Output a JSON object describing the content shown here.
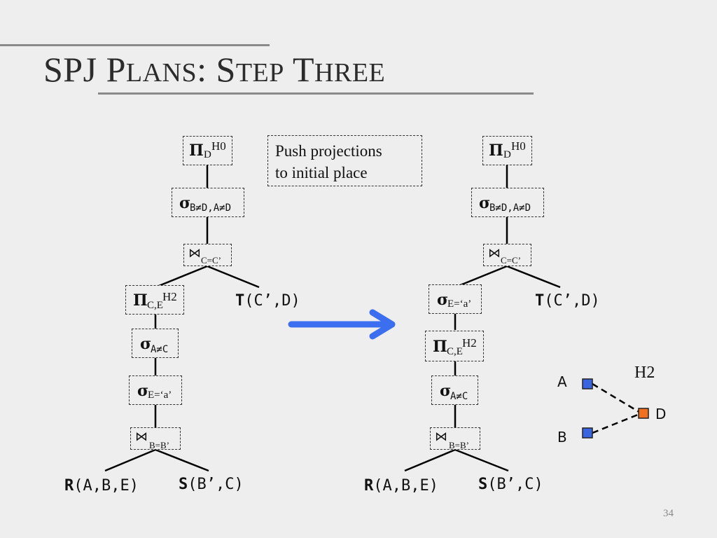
{
  "slide": {
    "title": "SPJ Plans: Step Three",
    "title_parts": [
      "SPJ P",
      "LANS",
      ": S",
      "TEP",
      " T",
      "HREE"
    ],
    "page_number": "34",
    "note": [
      "Push projections",
      "to initial place"
    ]
  },
  "left_plan": {
    "proj_top": {
      "symbol": "Π",
      "sub": "D",
      "sup": "H0"
    },
    "sel_top": {
      "symbol": "σ",
      "sub": "B≠D,A≠D"
    },
    "join_top": {
      "symbol": "⋈",
      "sub": "C=C’"
    },
    "proj_mid": {
      "symbol": "Π",
      "sub": "C,E",
      "sup": "H2"
    },
    "rel_t": {
      "name": "T",
      "args": "(C’,D)"
    },
    "sel_ac": {
      "symbol": "σ",
      "sub": "A≠C"
    },
    "sel_e": {
      "symbol": "σ",
      "sub": "E=‘a’"
    },
    "join_bottom": {
      "symbol": "⋈",
      "sub": "B=B’"
    },
    "rel_r": {
      "name": "R",
      "args": "(A,B,E)"
    },
    "rel_s": {
      "name": "S",
      "args": "(B’,C)"
    }
  },
  "right_plan": {
    "proj_top": {
      "symbol": "Π",
      "sub": "D",
      "sup": "H0"
    },
    "sel_top": {
      "symbol": "σ",
      "sub": "B≠D,A≠D"
    },
    "join_top": {
      "symbol": "⋈",
      "sub": "C=C’"
    },
    "sel_e": {
      "symbol": "σ",
      "sub": "E=‘a’"
    },
    "rel_t": {
      "name": "T",
      "args": "(C’,D)"
    },
    "proj_mid": {
      "symbol": "Π",
      "sub": "C,E",
      "sup": "H2"
    },
    "sel_ac": {
      "symbol": "σ",
      "sub": "A≠C"
    },
    "join_bottom": {
      "symbol": "⋈",
      "sub": "B=B’"
    },
    "rel_r": {
      "name": "R",
      "args": "(A,B,E)"
    },
    "rel_s": {
      "name": "S",
      "args": "(B’,C)"
    }
  },
  "hypergraph": {
    "label": "H2",
    "nodes": [
      {
        "name": "A",
        "color": "#3b64e0"
      },
      {
        "name": "B",
        "color": "#3b64e0"
      },
      {
        "name": "D",
        "color": "#f07020"
      }
    ]
  },
  "colors": {
    "arrow": "#3b6ff0",
    "node_blue": "#3b64e0",
    "node_orange": "#f07020"
  }
}
